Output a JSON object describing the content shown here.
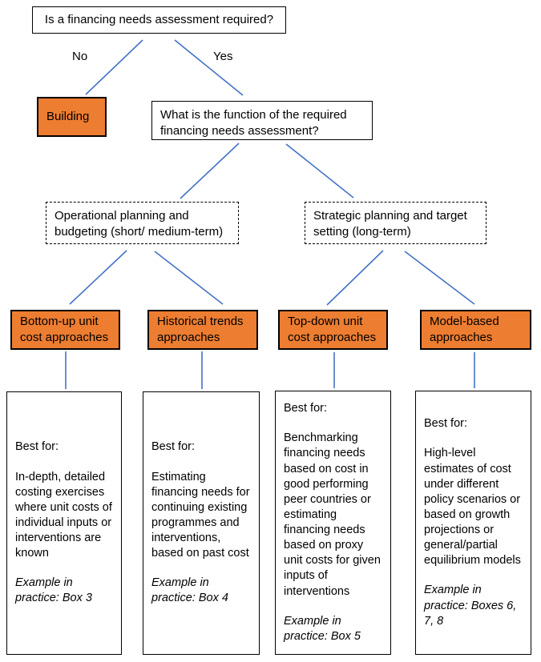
{
  "colors": {
    "box_orange": "#ED7D31",
    "connector_blue": "#4472C4",
    "border_black": "#000000"
  },
  "root": {
    "question": "Is a financing needs assessment required?"
  },
  "branches": {
    "no_label": "No",
    "yes_label": "Yes"
  },
  "no_outcome": {
    "label": "Building"
  },
  "yes_outcome": {
    "question": "What is the function of the required financing needs assessment?"
  },
  "planning_horizons": [
    {
      "label": "Operational planning and budgeting (short/ medium-term)"
    },
    {
      "label": "Strategic planning and target setting (long-term)"
    }
  ],
  "best_for_label": "Best for:",
  "approaches": [
    {
      "name": "Bottom-up unit cost approaches",
      "best_for": "In-depth, detailed costing exercises where unit costs of individual inputs or interventions are known",
      "example": "Example in practice: Box 3"
    },
    {
      "name": "Historical trends approaches",
      "best_for": "Estimating financing needs for continuing existing programmes and interventions, based on past cost",
      "example": "Example in practice: Box 4"
    },
    {
      "name": "Top-down unit cost approaches",
      "best_for": "Benchmarking financing needs based on cost in good performing peer countries or estimating financing needs based on proxy unit costs for given inputs of interventions",
      "example": "Example in practice: Box 5"
    },
    {
      "name": "Model-based approaches",
      "best_for": "High-level estimates of cost under different policy scenarios or based on growth projections or general/partial equilibrium models",
      "example": "Example in practice: Boxes 6, 7, 8"
    }
  ]
}
